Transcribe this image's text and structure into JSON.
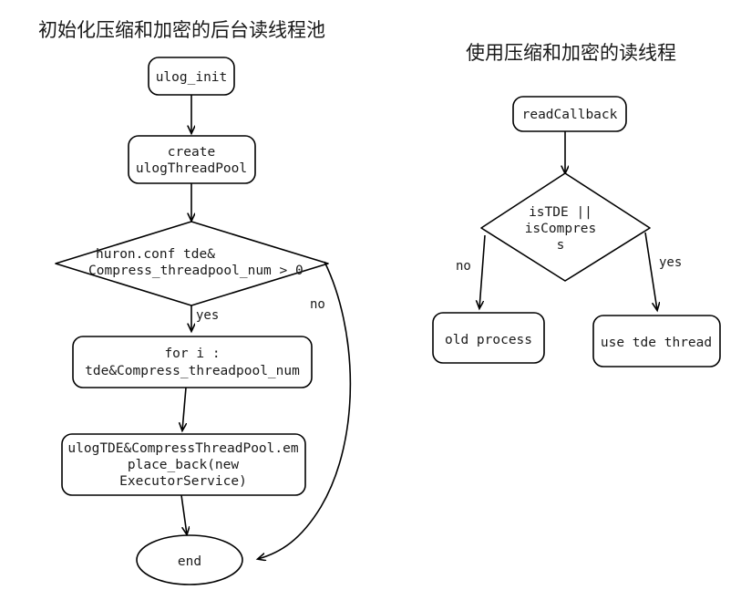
{
  "diagram": {
    "kind": "flowchart",
    "background_color": "#ffffff",
    "stroke_color": "#000000",
    "text_color": "#1a1a1a"
  },
  "left_chart": {
    "title": "初始化压缩和加密的后台读线程池",
    "nodes": {
      "start": {
        "label": "ulog_init",
        "shape": "rounded-rect"
      },
      "create_pool": {
        "line1": "create",
        "line2": "ulogThreadPool",
        "shape": "rounded-rect"
      },
      "decision": {
        "line1": "huron.conf tde&",
        "line2": "Compress_threadpool_num > 0",
        "shape": "diamond"
      },
      "for_loop": {
        "line1": "for i :",
        "line2": "tde&Compress_threadpool_num",
        "shape": "rounded-rect"
      },
      "emplace": {
        "line1": "ulogTDE&CompressThreadPool.em",
        "line2": "place_back(new",
        "line3": "ExecutorService)",
        "shape": "rounded-rect"
      },
      "end": {
        "label": "end",
        "shape": "ellipse"
      }
    },
    "edge_labels": {
      "yes": "yes",
      "no": "no"
    }
  },
  "right_chart": {
    "title": "使用压缩和加密的读线程",
    "nodes": {
      "start": {
        "label": "readCallback",
        "shape": "rounded-rect"
      },
      "decision": {
        "line1": "isTDE ||",
        "line2": "isCompres",
        "line3": "s",
        "shape": "diamond"
      },
      "old_process": {
        "label": "old process",
        "shape": "rounded-rect"
      },
      "tde_thread": {
        "label": "use tde thread",
        "shape": "rounded-rect"
      }
    },
    "edge_labels": {
      "no": "no",
      "yes": "yes"
    }
  }
}
